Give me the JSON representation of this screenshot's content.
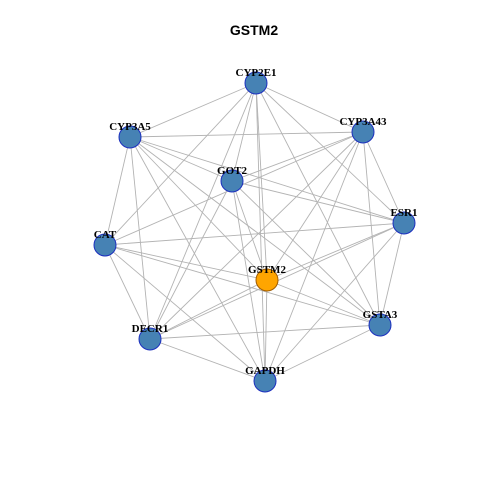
{
  "title": "GSTM2",
  "colors": {
    "background": "#ffffff",
    "edge": "#b3b3b3",
    "node_fill": "#4682b4",
    "node_stroke": "#1c2fbf",
    "center_fill": "#ffa500",
    "center_stroke": "#a15c00",
    "label": "#000000"
  },
  "center_node": "GSTM2",
  "nodes": [
    {
      "id": "CYP2E1",
      "label": "CYP2E1"
    },
    {
      "id": "CYP3A5",
      "label": "CYP3A5"
    },
    {
      "id": "CYP3A43",
      "label": "CYP3A43"
    },
    {
      "id": "GOT2",
      "label": "GOT2"
    },
    {
      "id": "ESR1",
      "label": "ESR1"
    },
    {
      "id": "CAT",
      "label": "CAT"
    },
    {
      "id": "GSTM2",
      "label": "GSTM2"
    },
    {
      "id": "GSTA3",
      "label": "GSTA3"
    },
    {
      "id": "DECR1",
      "label": "DECR1"
    },
    {
      "id": "GAPDH",
      "label": "GAPDH"
    }
  ],
  "edges": [
    [
      "CYP2E1",
      "CYP3A5"
    ],
    [
      "CYP2E1",
      "CYP3A43"
    ],
    [
      "CYP2E1",
      "GOT2"
    ],
    [
      "CYP2E1",
      "ESR1"
    ],
    [
      "CYP2E1",
      "CAT"
    ],
    [
      "CYP2E1",
      "GSTM2"
    ],
    [
      "CYP2E1",
      "GSTA3"
    ],
    [
      "CYP2E1",
      "DECR1"
    ],
    [
      "CYP2E1",
      "GAPDH"
    ],
    [
      "CYP3A5",
      "GOT2"
    ],
    [
      "CYP3A5",
      "CYP3A43"
    ],
    [
      "CYP3A5",
      "ESR1"
    ],
    [
      "CYP3A5",
      "CAT"
    ],
    [
      "CYP3A5",
      "GSTM2"
    ],
    [
      "CYP3A5",
      "GSTA3"
    ],
    [
      "CYP3A5",
      "DECR1"
    ],
    [
      "CYP3A5",
      "GAPDH"
    ],
    [
      "CYP3A43",
      "GOT2"
    ],
    [
      "CYP3A43",
      "ESR1"
    ],
    [
      "CYP3A43",
      "GSTM2"
    ],
    [
      "CYP3A43",
      "GSTA3"
    ],
    [
      "CYP3A43",
      "DECR1"
    ],
    [
      "CYP3A43",
      "GAPDH"
    ],
    [
      "CYP3A43",
      "CAT"
    ],
    [
      "GOT2",
      "ESR1"
    ],
    [
      "GOT2",
      "GSTM2"
    ],
    [
      "GOT2",
      "GSTA3"
    ],
    [
      "GOT2",
      "DECR1"
    ],
    [
      "GOT2",
      "GAPDH"
    ],
    [
      "ESR1",
      "CAT"
    ],
    [
      "ESR1",
      "GSTM2"
    ],
    [
      "ESR1",
      "GSTA3"
    ],
    [
      "ESR1",
      "DECR1"
    ],
    [
      "ESR1",
      "GAPDH"
    ],
    [
      "CAT",
      "GSTM2"
    ],
    [
      "CAT",
      "GSTA3"
    ],
    [
      "CAT",
      "DECR1"
    ],
    [
      "CAT",
      "GAPDH"
    ],
    [
      "GSTM2",
      "GSTA3"
    ],
    [
      "GSTM2",
      "DECR1"
    ],
    [
      "GSTM2",
      "GAPDH"
    ],
    [
      "GSTA3",
      "DECR1"
    ],
    [
      "GSTA3",
      "GAPDH"
    ],
    [
      "DECR1",
      "GAPDH"
    ]
  ]
}
